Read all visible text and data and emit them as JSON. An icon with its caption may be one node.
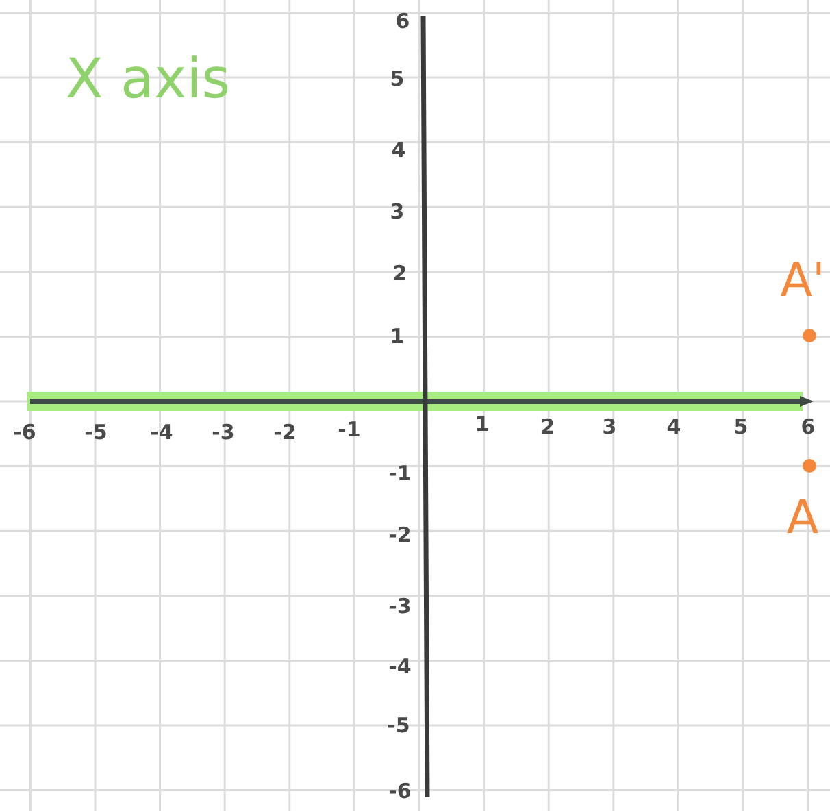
{
  "diagram": {
    "labels": [
      "X axis",
      "6",
      "5",
      "4",
      "3",
      "2",
      "A'",
      "1",
      "-6",
      "-5",
      "-4",
      "-3",
      "-2",
      "-1",
      "1",
      "2",
      "3",
      "4",
      "5",
      "6",
      "-1",
      "A",
      "-2",
      "-3",
      "-4",
      "-5",
      "-6"
    ]
  }
}
